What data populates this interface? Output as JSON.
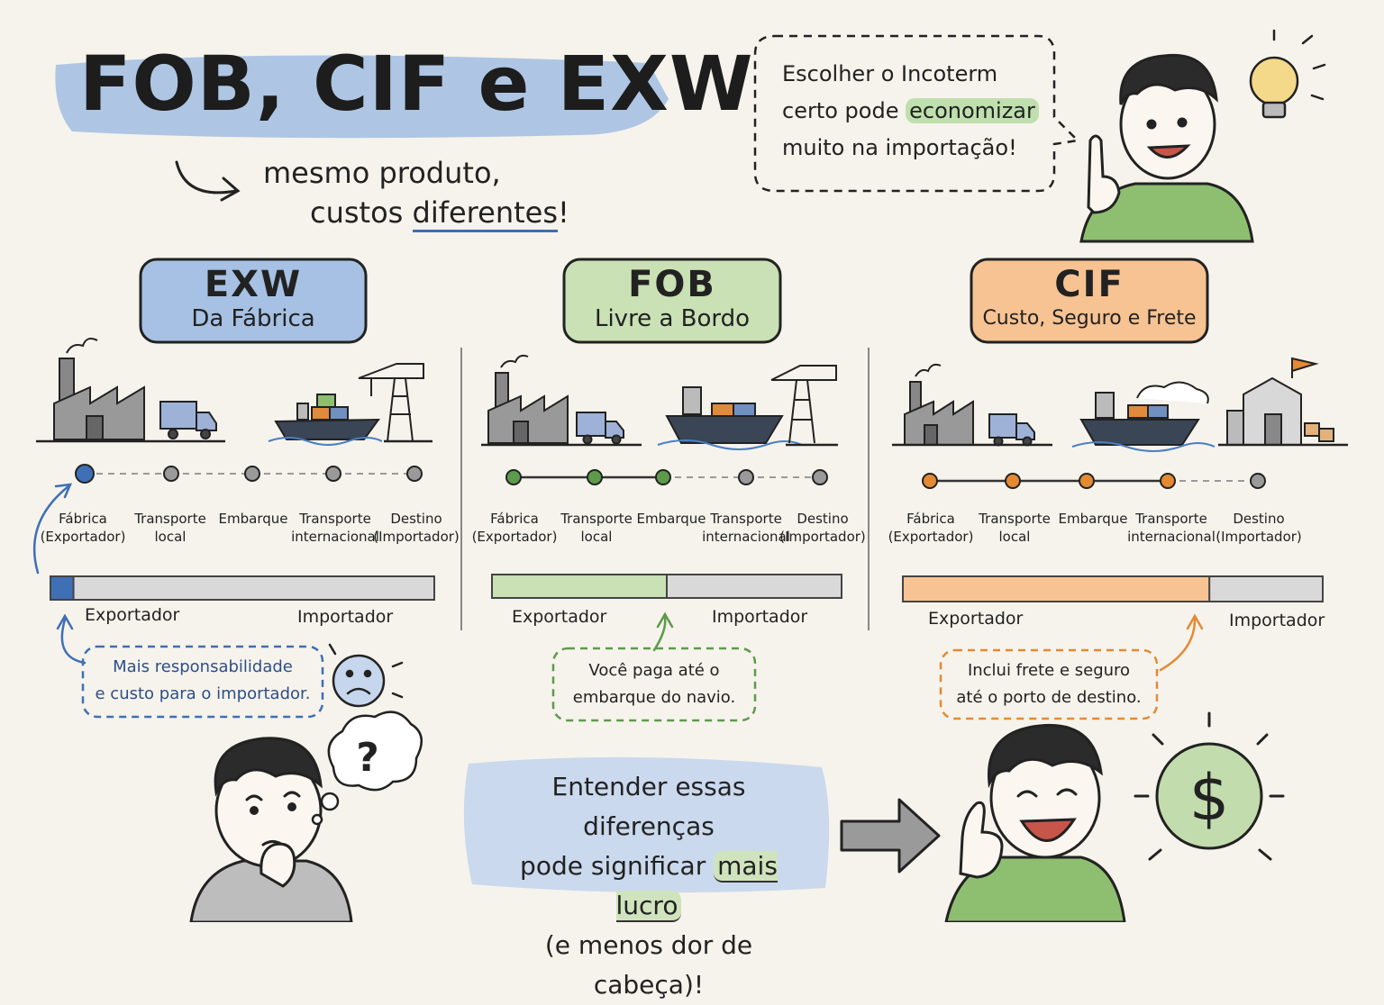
{
  "header": {
    "title": "FOB, CIF e EXW",
    "subtitle_line1": "mesmo produto,",
    "subtitle_line2_pre": "custos ",
    "subtitle_line2_emph": "diferentes",
    "subtitle_line2_post": "!"
  },
  "speech_top": {
    "line1": "Escolher o Incoterm",
    "line2_pre": "certo pode ",
    "line2_emph": "economizar",
    "line3": "muito na importação!"
  },
  "stage_labels": [
    {
      "line1": "Fábrica",
      "line2": "(Exportador)"
    },
    {
      "line1": "Transporte",
      "line2": "local"
    },
    {
      "line1": "Embarque",
      "line2": ""
    },
    {
      "line1": "Transporte",
      "line2": "internacional"
    },
    {
      "line1": "Destino",
      "line2": "(Importador)"
    }
  ],
  "terms": [
    {
      "code": "EXW",
      "name": "Da Fábrica",
      "color": "#a6c1e3",
      "accent": "#3f6fb5",
      "exporter_stages": 1,
      "exporter_share": 0.06,
      "exporter_label": "Exportador",
      "importer_label": "Importador",
      "note_line1": "Mais responsabilidade",
      "note_line2": "e custo para o importador."
    },
    {
      "code": "FOB",
      "name": "Livre a Bordo",
      "color": "#c9e1b5",
      "accent": "#5e9a4c",
      "exporter_stages": 3,
      "exporter_share": 0.5,
      "exporter_label": "Exportador",
      "importer_label": "Importador",
      "note_line1": "Você paga até o",
      "note_line2": "embarque do navio."
    },
    {
      "code": "CIF",
      "name": "Custo, Seguro e Frete",
      "color": "#f7c393",
      "accent": "#e38a33",
      "exporter_stages": 4,
      "exporter_share": 0.73,
      "exporter_label": "Exportador",
      "importer_label": "Importador",
      "note_line1": "Inclui frete e seguro",
      "note_line2": "até o porto de destino."
    }
  ],
  "bottom_message": {
    "line1": "Entender essas diferenças",
    "line2_pre": "pode significar ",
    "line2_emph": "mais lucro",
    "line3": "(e menos dor de cabeça)!"
  },
  "icons": {
    "thought_bubble_symbol": "?",
    "coin_symbol": "$"
  }
}
